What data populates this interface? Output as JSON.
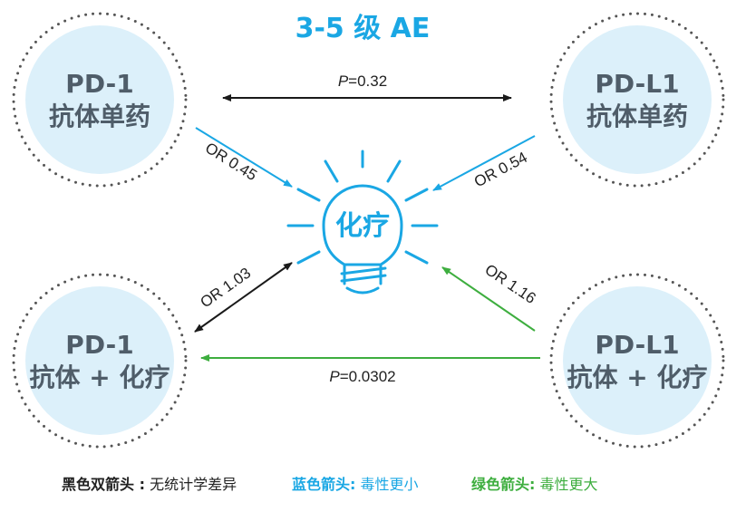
{
  "title": "3-5 级 AE",
  "center": "化疗",
  "nodes": {
    "tl": [
      "PD-1",
      "抗体单药"
    ],
    "tr": [
      "PD-L1",
      "抗体单药"
    ],
    "bl": [
      "PD-1",
      "抗体 + 化疗"
    ],
    "br": [
      "PD-L1",
      "抗体 + 化疗"
    ]
  },
  "edges": {
    "top": {
      "prefix": "P",
      "value": "=0.32"
    },
    "tl": "OR 0.45",
    "tr": "OR 0.54",
    "bl": "OR 1.03",
    "br": "OR 1.16",
    "bottom": {
      "prefix": "P",
      "value": "=0.0302"
    }
  },
  "legend": {
    "black_key": "黑色双箭头 :",
    "black_val": " 无统计学差异",
    "blue_key": "蓝色箭头:",
    "blue_val": " 毒性更小",
    "green_key": "绿色箭头:",
    "green_val": " 毒性更大"
  },
  "colors": {
    "blue": "#1aa7e4",
    "green": "#3eae3f",
    "black": "#1a1a1a",
    "circle": "#dcf0fa"
  }
}
